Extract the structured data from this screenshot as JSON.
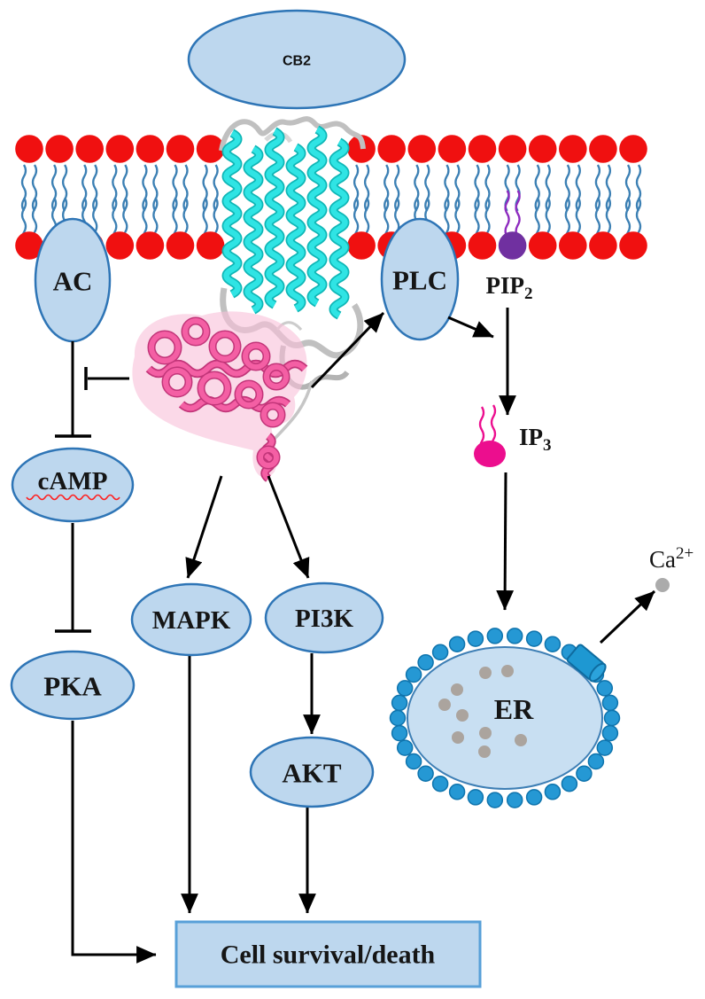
{
  "figure": {
    "type": "cell-signaling-pathway-diagram",
    "receptor": "CB2"
  },
  "nodes": {
    "cb2": {
      "label": "CB2"
    },
    "ac": {
      "label": "AC"
    },
    "plc": {
      "label": "PLC"
    },
    "camp": {
      "label": "cAMP"
    },
    "pka": {
      "label": "PKA"
    },
    "mapk": {
      "label": "MAPK"
    },
    "pi3k": {
      "label": "PI3K"
    },
    "akt": {
      "label": "AKT"
    },
    "er": {
      "label": "ER"
    },
    "outcome": {
      "label": "Cell survival/death"
    }
  },
  "labels": {
    "pip2": {
      "base": "PIP",
      "sub": "2"
    },
    "ip3": {
      "base": "IP",
      "sub": "3"
    },
    "calcium": {
      "base": "Ca",
      "sup": "2+"
    }
  },
  "edges": [
    {
      "from": "G-protein",
      "to": "AC",
      "type": "inhibition"
    },
    {
      "from": "AC",
      "to": "cAMP",
      "type": "inhibition"
    },
    {
      "from": "cAMP",
      "to": "PKA",
      "type": "inhibition"
    },
    {
      "from": "PKA",
      "to": "Cell survival/death",
      "type": "activation"
    },
    {
      "from": "G-protein",
      "to": "MAPK",
      "type": "activation"
    },
    {
      "from": "G-protein",
      "to": "PI3K",
      "type": "activation"
    },
    {
      "from": "G-protein",
      "to": "PLC",
      "type": "activation"
    },
    {
      "from": "PLC",
      "to": "PIP2",
      "type": "activation"
    },
    {
      "from": "PIP2",
      "to": "IP3",
      "type": "activation"
    },
    {
      "from": "IP3",
      "to": "ER",
      "type": "activation"
    },
    {
      "from": "MAPK",
      "to": "Cell survival/death",
      "type": "activation"
    },
    {
      "from": "PI3K",
      "to": "AKT",
      "type": "activation"
    },
    {
      "from": "AKT",
      "to": "Cell survival/death",
      "type": "activation"
    },
    {
      "from": "ER",
      "to": "Ca2+",
      "type": "activation"
    }
  ],
  "membrane": {
    "lipid_columns": 21,
    "er_ribosome_count": 34,
    "er_ion_dot_count": 9
  },
  "colors": {
    "node_fill": "#BDD7EE",
    "node_stroke": "#2E75B6",
    "box_stroke": "#58A0D8",
    "text": "#151515",
    "arrow": "#000000",
    "lipid_head": "#F01010",
    "lipid_tail": "#3C80B4",
    "pip2_head": "#7030A0",
    "pip2_tail": "#8E2BBF",
    "ip3": "#EC0E8E",
    "er_fill": "#C8DFF2",
    "er_stroke": "#3E7FB5",
    "ribosome": "#2598D4",
    "ribosome_stroke": "#0F74AD",
    "channel": "#1E98D2",
    "channel_stroke": "#0E6CA0",
    "calcium_dot": "#ABABAB",
    "er_ion_dot": "#ABA49E",
    "receptor_helix": "#2FE4E4",
    "receptor_helix_shade": "#0FB6B6",
    "receptor_loop": "#C0C0C0",
    "gprotein": "#F45FA4",
    "gprotein_dark": "#C23579",
    "gprotein_blob": "#F8BFD8",
    "squiggle": "#FF2020"
  }
}
